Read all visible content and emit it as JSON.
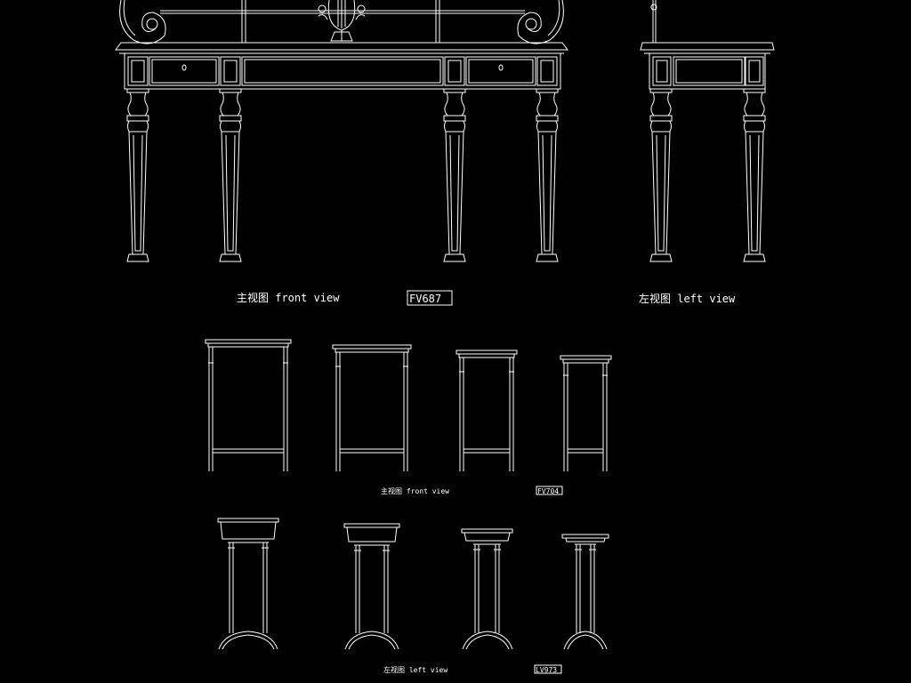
{
  "drawing": {
    "front_view_label": "主视图  front view",
    "front_view_code": "FV687",
    "left_view_label": "左视图  left view",
    "small_front_label": "主视图  front view",
    "small_front_code": "FV704",
    "small_left_label": "左视图  left view",
    "small_left_code": "LV973"
  }
}
